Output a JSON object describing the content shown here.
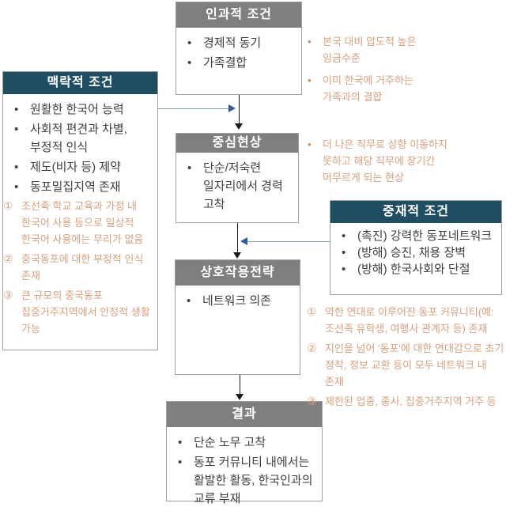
{
  "colors": {
    "header_gray": "#7F7F7F",
    "header_navy": "#1F4E63",
    "box_border": "#A0A0A0",
    "body_text": "#3F3F3F",
    "note_orange": "#D9A07E",
    "arrow_black": "#1A1A1A",
    "arrow_blue_line": "#8A9AB5",
    "arrow_blue_head": "#2E5B9E"
  },
  "boxes": {
    "causal": {
      "title": "인과적 조건",
      "items": [
        "경제적 동기",
        "가족결합"
      ]
    },
    "contextual": {
      "title": "맥락적 조건",
      "items": [
        "원활한 한국어 능력",
        "사회적 편견과 차별, 부정적 인식",
        "제도(비자 등) 제약",
        "동포밀집지역 존재"
      ],
      "notes": [
        {
          "num": "①",
          "text": "조선족 학교 교육과 가정 내 한국어 사용 등으로 일상적 한국어 사용에는 무리가 없음"
        },
        {
          "num": "②",
          "text": "중국동포에 대한 부정적 인식 존재"
        },
        {
          "num": "③",
          "text": "큰 규모의 중국동포 집중거주지역에서 안정적 생활 가능"
        }
      ]
    },
    "phenomenon": {
      "title": "중심현상",
      "items": [
        "단순/저숙련 일자리에서 경력 고착"
      ]
    },
    "intervening": {
      "title": "중재적 조건",
      "items": [
        "(촉진) 강력한 동포네트워크",
        "(방해) 승진, 채용 장벽",
        "(방해) 한국사회와 단절"
      ]
    },
    "strategy": {
      "title": "상호작용전략",
      "items": [
        "네트워크 의존"
      ]
    },
    "result": {
      "title": "결과",
      "items": [
        "단순 노무 고착",
        "동포 커뮤니티 내에서는 활발한 활동, 한국인과의 교류 부재"
      ]
    }
  },
  "annotations": {
    "causal_note": {
      "items": [
        "본국 대비 압도적 높은 임금수준",
        "이미 한국에 거주하는 가족과의 결합"
      ]
    },
    "phenomenon_note": {
      "items": [
        "더 나은 직무로 상향 이동하지 못하고 해당 직무에 장기간 머무르게 되는 현상"
      ]
    },
    "intervening_note": {
      "items": [
        {
          "num": "①",
          "text": "약한 연대로 이루어진 동포 커뮤니티(예: 조선족 유학생, 여행사 관계자 등) 존재"
        },
        {
          "num": "②",
          "text": "지인을 넘어 '동포'에 대한 연대감으로 초기 정착, 정보 교환 등이 모두 네트워크 내 존재"
        },
        {
          "num": "③",
          "text": "제한된 업종, 종사, 집중거주지역 거주 등"
        }
      ]
    }
  }
}
